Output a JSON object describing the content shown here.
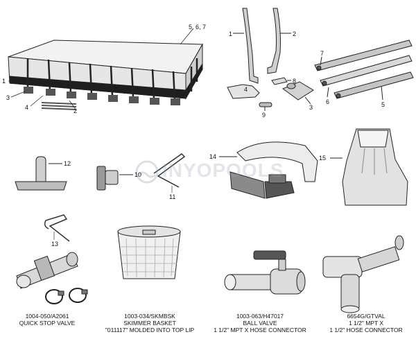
{
  "colors": {
    "line": "#222222",
    "part_dark": "#3a3a3a",
    "part_mid": "#9a9a9a",
    "part_light": "#d8d8d8",
    "watermark": "#9aa0b4"
  },
  "watermark": {
    "text": "INYOPOOLS",
    "icon": "pool-logo-icon"
  },
  "callouts": {
    "pool": "5, 6, 7",
    "n1": "1",
    "n2": "2",
    "n3": "3",
    "n4": "4",
    "r1": "1",
    "r2": "2",
    "r3": "3",
    "r4": "4",
    "r5": "5",
    "r6": "6",
    "r7": "7",
    "r8": "8",
    "r9": "9",
    "n10": "10",
    "n11": "11",
    "n12": "12",
    "n13": "13",
    "n14": "14",
    "n15": "15"
  },
  "captions": {
    "quick_stop_valve": {
      "line1": "1004-050/A2061",
      "line2": "QUICK STOP VALVE"
    },
    "skimmer_basket": {
      "line1": "1003-034/SKMBSK",
      "line2": "SKIMMER BASKET",
      "line3": "\"011117\" MOLDED INTO TOP LIP"
    },
    "ball_valve": {
      "line1": "1003-063/H47017",
      "line2": "BALL VALVE",
      "line3": "1 1/2\" MPT X HOSE CONNECTOR"
    },
    "hose_connector": {
      "line1": "6654G/GTVAL",
      "line2": "1 1/2\" MPT X",
      "line3": "1 1/2\" HOSE CONNECTOR"
    }
  }
}
